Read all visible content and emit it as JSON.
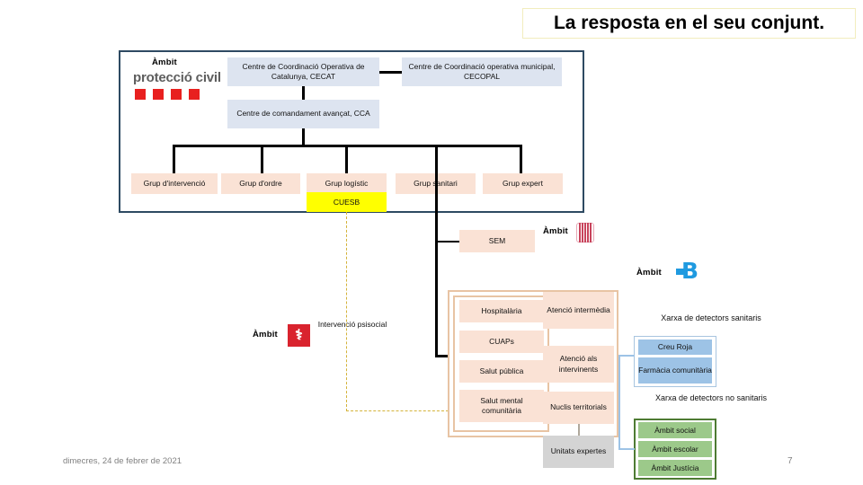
{
  "slide": {
    "title": "La resposta en el seu conjunt.",
    "footer_date": "dimecres, 24 de febrer de 2021",
    "page_number": "7"
  },
  "protencio_civil": {
    "ambit_label": "Àmbit",
    "logo_text": "protecció civil",
    "logo_squares_color": "#e8201f",
    "frame_color": "#2e4a62",
    "boxes": {
      "cecat": "Centre de Coordinació Operativa de Catalunya, CECAT",
      "cecopal": "Centre de Coordinació operativa municipal, CECOPAL",
      "cca": "Centre de comandament avançat, CCA"
    },
    "groups": [
      {
        "label": "Grup d'intervenció"
      },
      {
        "label": "Grup d'ordre"
      },
      {
        "label": "Grup logístic"
      },
      {
        "label": "Grup sanitari"
      },
      {
        "label": "Grup expert"
      }
    ],
    "cuesb": "CUESB",
    "cuesb_color": "#ffff00",
    "box_color": "#dde4f0",
    "group_color": "#fae2d5"
  },
  "sem": {
    "box_label": "SEM",
    "ambit_label": "Àmbit",
    "logo_name": "sem-striped-logo"
  },
  "barcelona": {
    "ambit_label": "Àmbit",
    "logo_name": "barcelona-b-logo",
    "logo_color": "#1f9ae0"
  },
  "creu_roja": {
    "ambit_label": "Àmbit",
    "logo_name": "creu-roja-logo",
    "logo_color": "#d9232e",
    "label": "Intervenció psisocial"
  },
  "salut": {
    "frame_color": "#e8c4a4",
    "left_column": [
      {
        "label": "Hospitalària"
      },
      {
        "label": "CUAPs"
      },
      {
        "label": "Salut pública"
      },
      {
        "label": "Salut mental comunitària"
      }
    ],
    "right_column": [
      {
        "label": "Atenció intermèdia"
      },
      {
        "label": "Atenció als intervinents"
      },
      {
        "label": "Nuclis territorials"
      }
    ],
    "unitats_expertes": "Unitats expertes",
    "unitats_color": "#d4d4d4"
  },
  "xarxa_sanitaris": {
    "title": "Xarxa de detectors sanitaris",
    "cell_color": "#9dc3e6",
    "items": [
      {
        "label": "Creu Roja"
      },
      {
        "label": "Farmàcia comunitària"
      }
    ]
  },
  "xarxa_no_sanitaris": {
    "title": "Xarxa de detectors no sanitaris",
    "cell_color": "#9cc98a",
    "frame_color": "#4e7b33",
    "items": [
      {
        "label": "Àmbit social"
      },
      {
        "label": "Àmbit escolar"
      },
      {
        "label": "Àmbit Justícia"
      }
    ]
  }
}
